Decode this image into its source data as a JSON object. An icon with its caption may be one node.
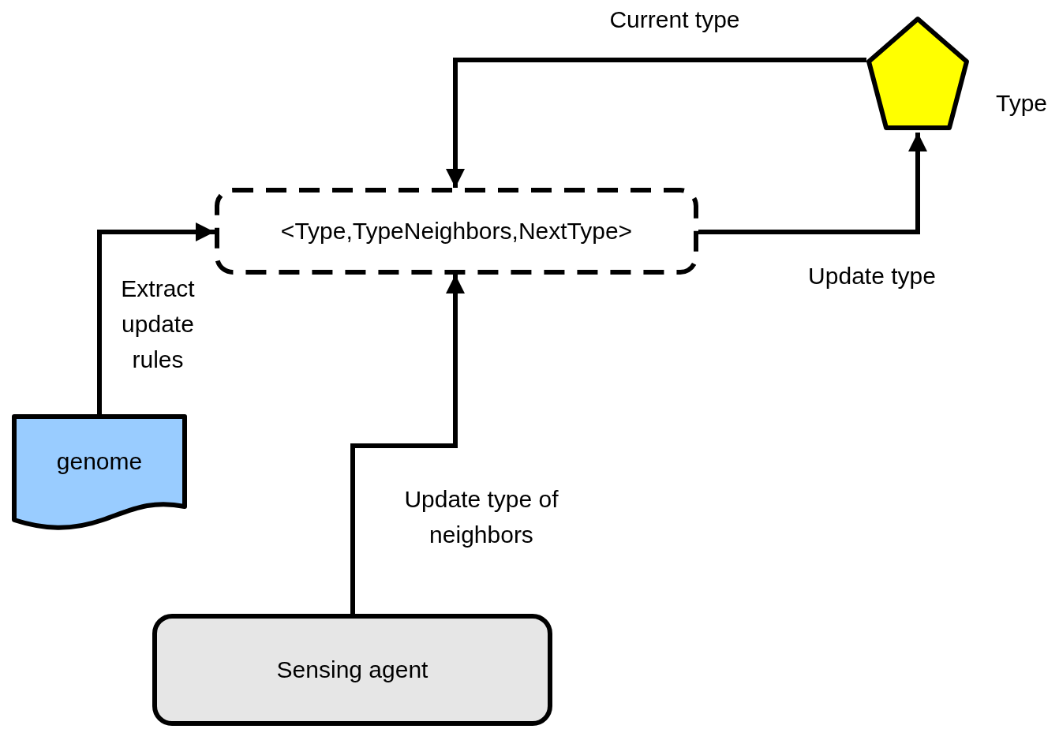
{
  "diagram": {
    "nodes": [
      {
        "text": [
          "<Type,TypeNeighbors,NextType>"
        ]
      },
      {
        "text": [],
        "shape": "pentagon",
        "beside": [
          "Type"
        ]
      },
      {
        "text": [
          "genome"
        ]
      },
      {
        "text": [
          "Sensing agent"
        ]
      }
    ],
    "edges": [
      {
        "from": 1,
        "to": 0,
        "arrow": "to",
        "label": "Current type"
      },
      {
        "from": 0,
        "to": 1,
        "arrow": "to",
        "label": "Update type"
      },
      {
        "from": 2,
        "to": 0,
        "arrow": "to",
        "label": "Extract update rules"
      },
      {
        "from": 3,
        "to": 0,
        "arrow": "to",
        "label": "Update type of neighbors"
      }
    ]
  }
}
